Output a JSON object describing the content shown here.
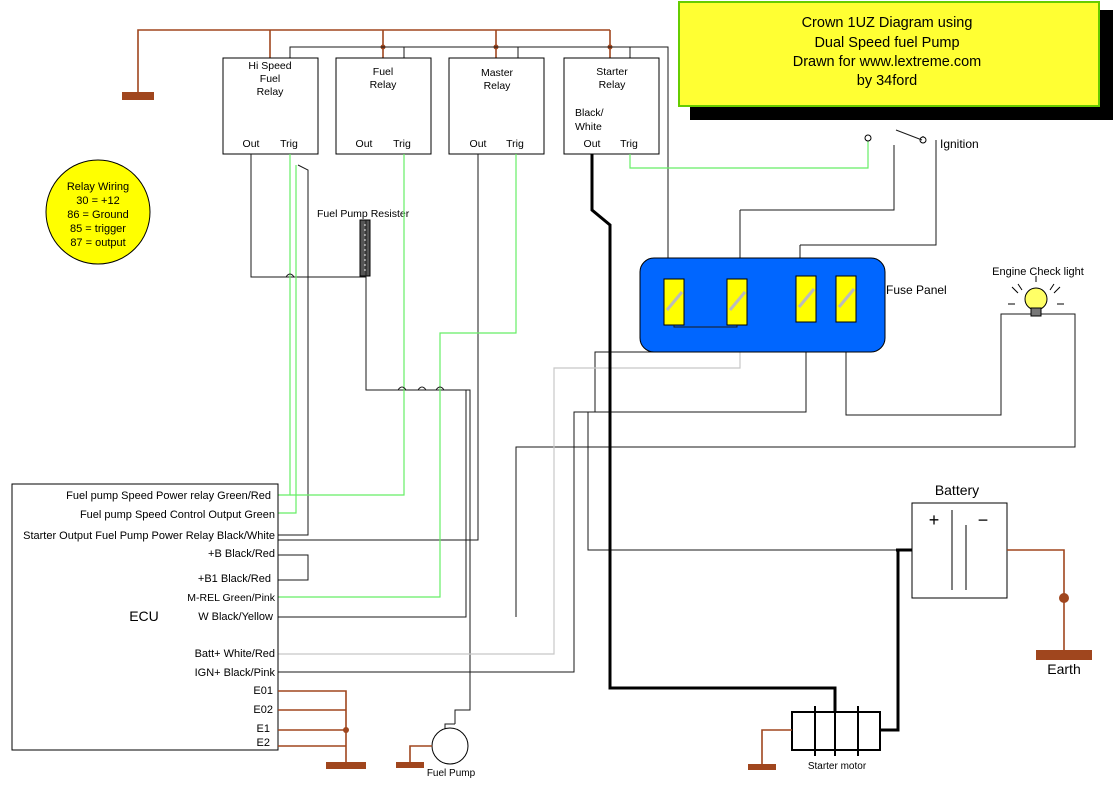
{
  "colors": {
    "title_box_fill": "#ffff33",
    "title_box_stroke": "#66cc00",
    "legend_fill": "#ffff00",
    "fuse_panel_fill": "#0066ff",
    "fuse_fill": "#ffff00",
    "green_wire": "#66ee66",
    "grey_wire": "#c8c8c8",
    "brown_wire": "#a0461e",
    "black_wire": "#000000"
  },
  "title": {
    "line1": "Crown 1UZ Diagram using",
    "line2": "Dual Speed fuel Pump",
    "line3": "Drawn for www.lextreme.com",
    "line4": "by 34ford"
  },
  "legend": {
    "title": "Relay Wiring",
    "line1": "30 = +12",
    "line2": "86 = Ground",
    "line3": "85 = trigger",
    "line4": "87 = output"
  },
  "relays": [
    {
      "name_line1": "Hi Speed",
      "name_line2": "Fuel",
      "name_line3": "Relay",
      "out": "Out",
      "trig": "Trig"
    },
    {
      "name_line1": "Fuel",
      "name_line2": "Relay",
      "out": "Out",
      "trig": "Trig"
    },
    {
      "name_line1": "Master",
      "name_line2": "Relay",
      "out": "Out",
      "trig": "Trig"
    },
    {
      "name_line1": "Starter",
      "name_line2": "Relay",
      "extra_line1": "Black/",
      "extra_line2": "White",
      "out": "Out",
      "trig": "Trig"
    }
  ],
  "labels": {
    "resister": "Fuel Pump Resister",
    "ignition": "Ignition",
    "fuse_panel": "Fuse Panel",
    "engine_check": "Engine Check light",
    "battery": "Battery",
    "plus": "+",
    "minus": "−",
    "earth": "Earth",
    "fuel_pump": "Fuel Pump",
    "starter_motor": "Starter motor",
    "ecu": "ECU"
  },
  "ecu_pins": [
    "Fuel pump Speed Power relay Green/Red",
    "Fuel pump Speed Control Output Green",
    "Starter Output Fuel Pump Power Relay Black/White",
    "+B Black/Red",
    "+B1 Black/Red",
    "M-REL Green/Pink",
    "W Black/Yellow",
    "Batt+ White/Red",
    "IGN+ Black/Pink",
    "E01",
    "E02",
    "E1",
    "E2"
  ]
}
